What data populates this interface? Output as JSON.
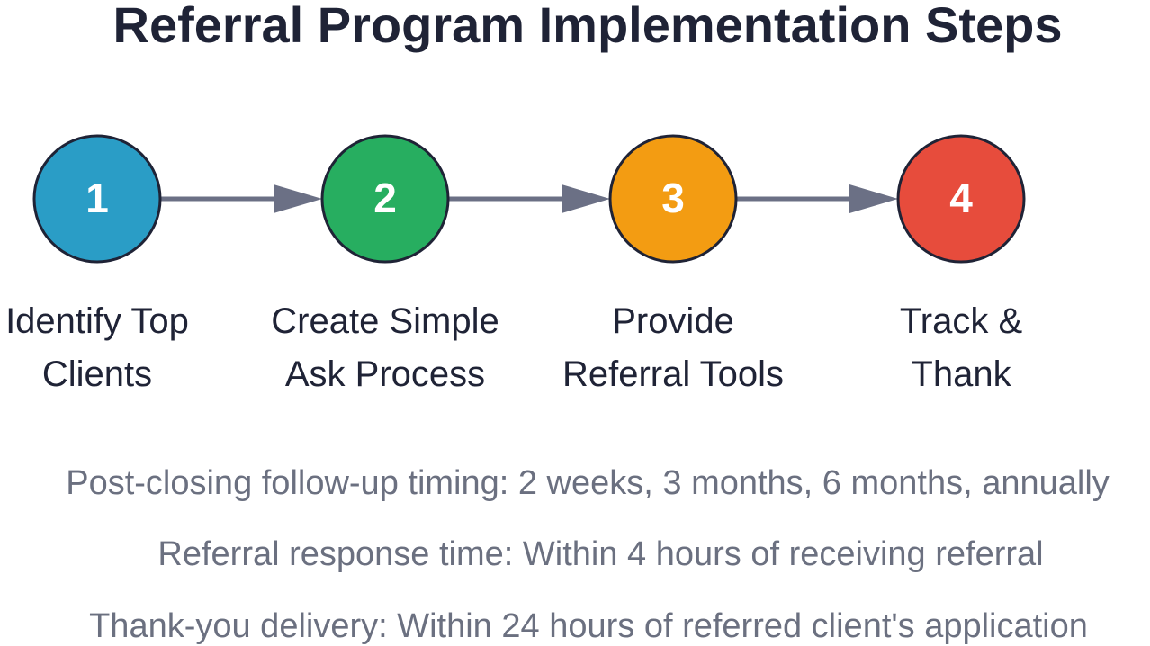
{
  "title": "Referral Program Implementation Steps",
  "steps": [
    {
      "number": "1",
      "label_line1": "Identify Top",
      "label_line2": "Clients",
      "color": "#2a9dc6"
    },
    {
      "number": "2",
      "label_line1": "Create Simple",
      "label_line2": "Ask Process",
      "color": "#27ae60"
    },
    {
      "number": "3",
      "label_line1": "Provide",
      "label_line2": "Referral Tools",
      "color": "#f39c12"
    },
    {
      "number": "4",
      "label_line1": "Track &",
      "label_line2": "Thank",
      "color": "#e74c3c"
    }
  ],
  "notes": [
    "Post-closing follow-up timing: 2 weeks, 3 months, 6 months, annually",
    "Referral response time: Within 4 hours of receiving referral",
    "Thank-you delivery: Within 24 hours of referred client's application"
  ],
  "colors": {
    "arrow": "#6b7085",
    "circle_stroke": "#1f2336",
    "title": "#1f2336",
    "note_text": "#6b7080"
  }
}
